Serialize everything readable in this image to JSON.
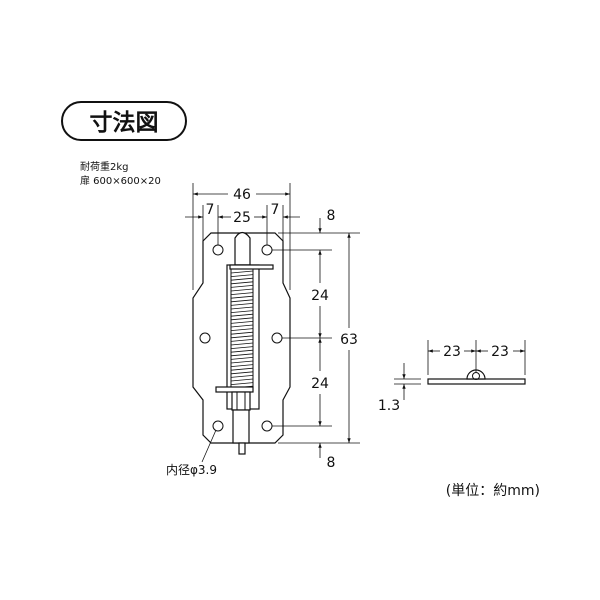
{
  "title": "寸法図",
  "specs": {
    "load": "耐荷重2kg",
    "door": "扉 600×600×20"
  },
  "dimensions": {
    "total_width": "46",
    "edge_left": "7",
    "hole_pitch_x": "25",
    "edge_right": "7",
    "top_margin": "8",
    "pitch_upper": "24",
    "total_height": "63",
    "pitch_lower": "24",
    "bottom_margin": "8",
    "hole_diameter": "内径φ3.9",
    "side_left": "23",
    "side_right": "23",
    "thickness": "1.3"
  },
  "unit_note": "(単位：約mm)"
}
